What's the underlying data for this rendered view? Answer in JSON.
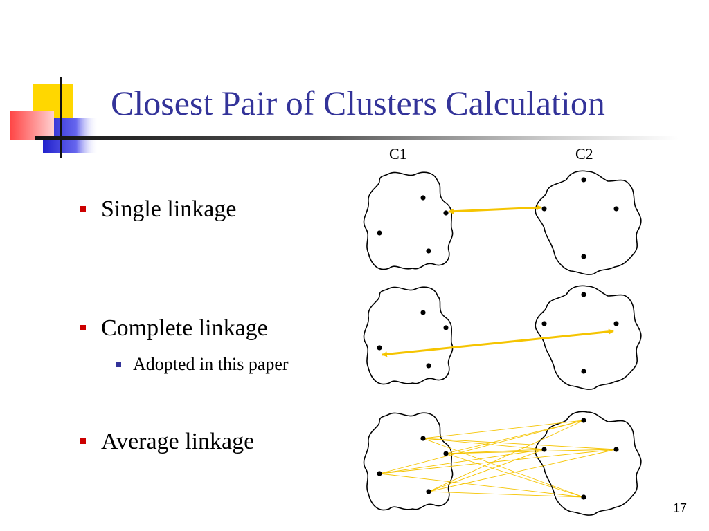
{
  "slide": {
    "title": "Closest Pair of Clusters Calculation",
    "page_number": "17"
  },
  "bullets": [
    {
      "label": "Single linkage"
    },
    {
      "label": "Complete linkage",
      "sub": "Adopted in this paper"
    },
    {
      "label": "Average linkage"
    }
  ],
  "diagram": {
    "cluster_labels": [
      "C1",
      "C2"
    ],
    "colors": {
      "title": "#333399",
      "bullet": "#cc0000",
      "sub_bullet": "#333399",
      "link": "#f5c400"
    }
  }
}
